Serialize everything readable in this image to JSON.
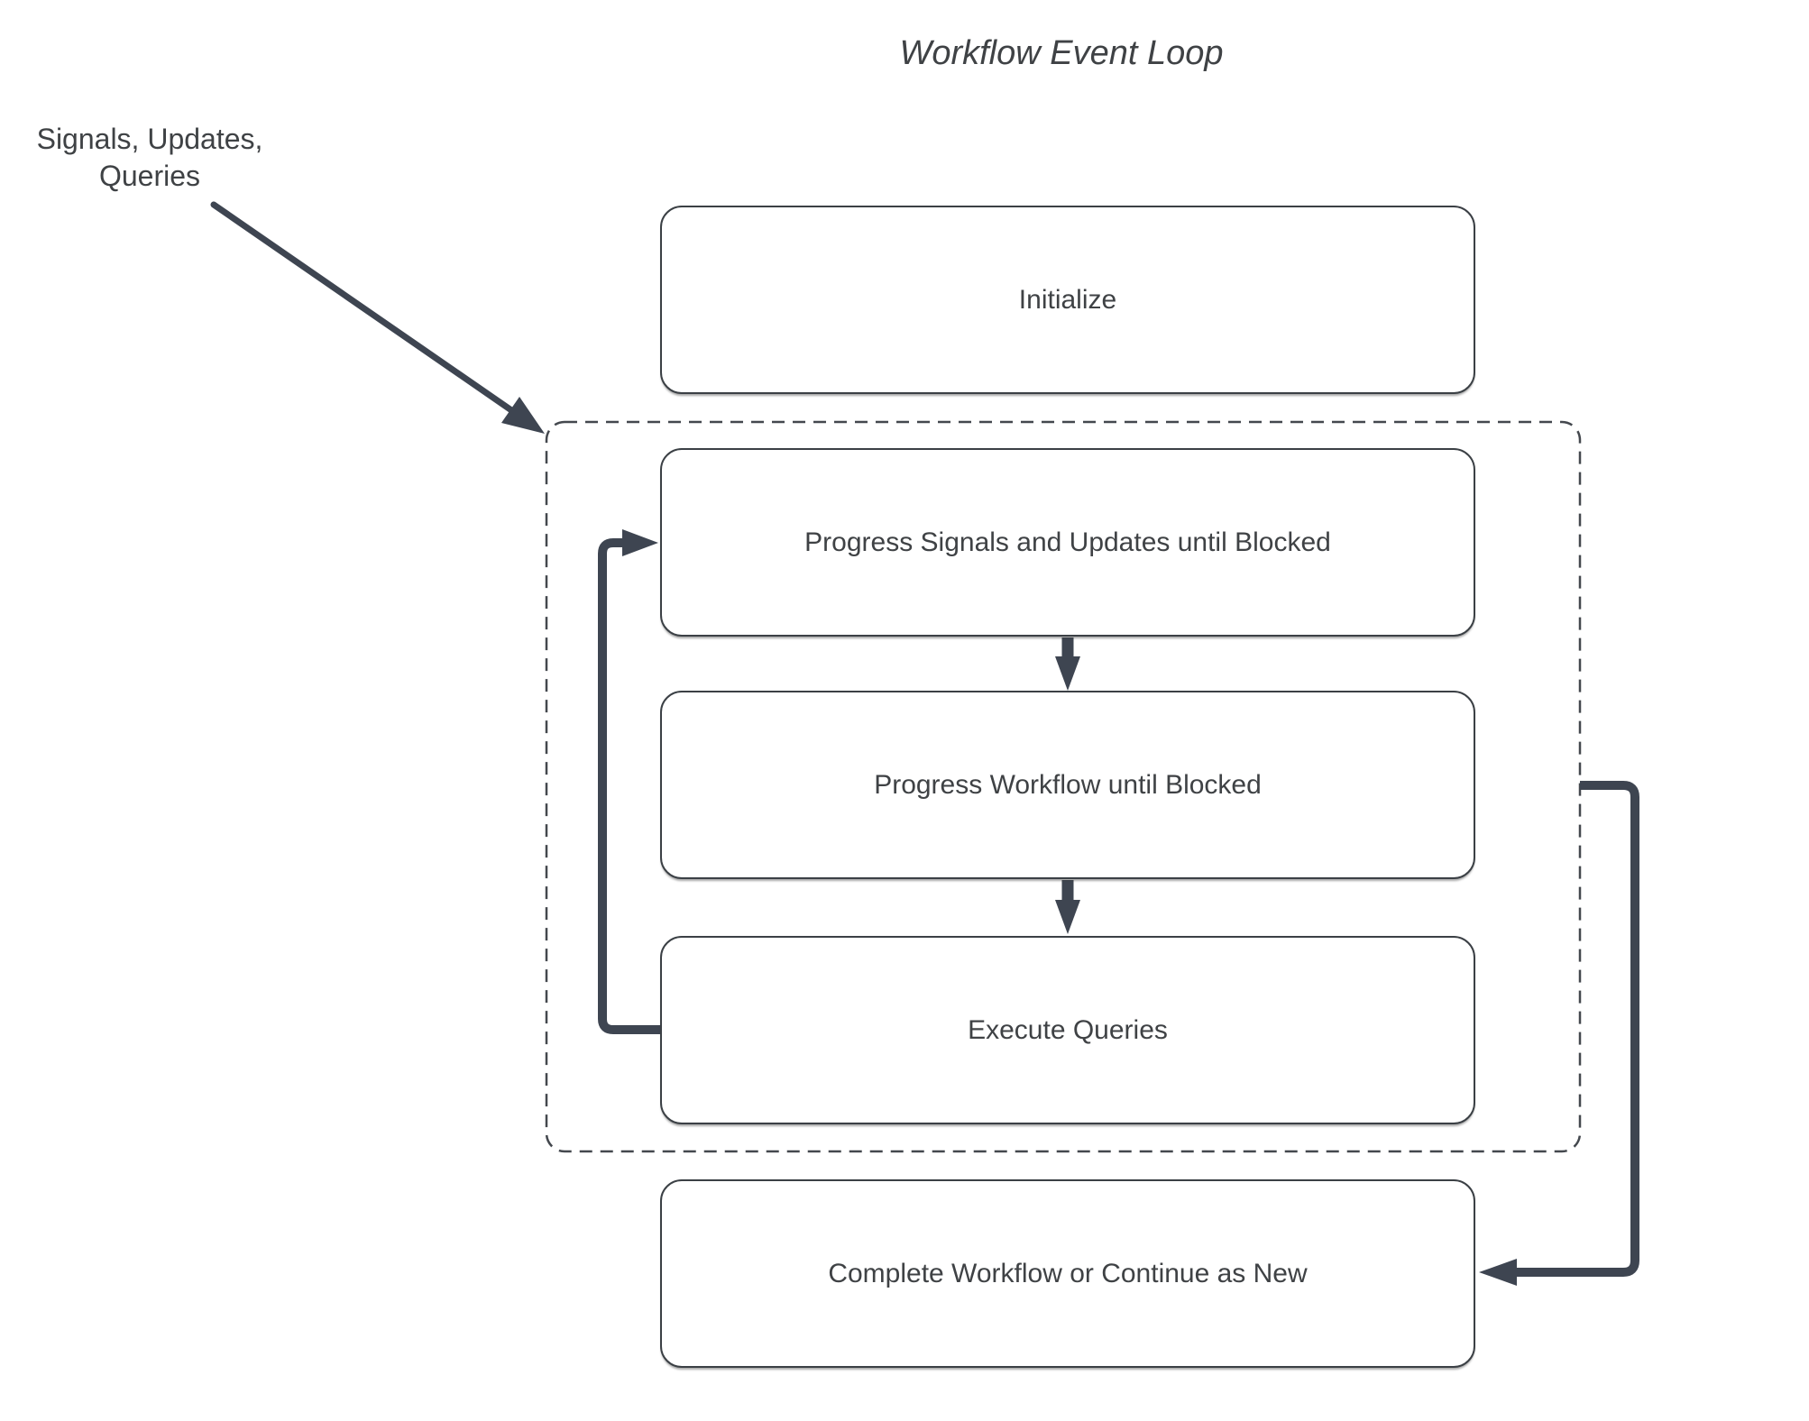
{
  "diagram": {
    "title": "Workflow Event Loop",
    "external_label": {
      "line1": "Signals, Updates,",
      "line2": "Queries"
    },
    "nodes": {
      "initialize": "Initialize",
      "progress_signals": "Progress Signals and Updates until Blocked",
      "progress_workflow": "Progress Workflow until Blocked",
      "execute_queries": "Execute Queries",
      "complete": "Complete Workflow or Continue as New"
    },
    "colors": {
      "background": "#ffffff",
      "node_border": "#3b4045",
      "node_fill": "#ffffff",
      "connector": "#3e4551",
      "text": "#3f4245",
      "dashed_border": "#44484e"
    }
  }
}
